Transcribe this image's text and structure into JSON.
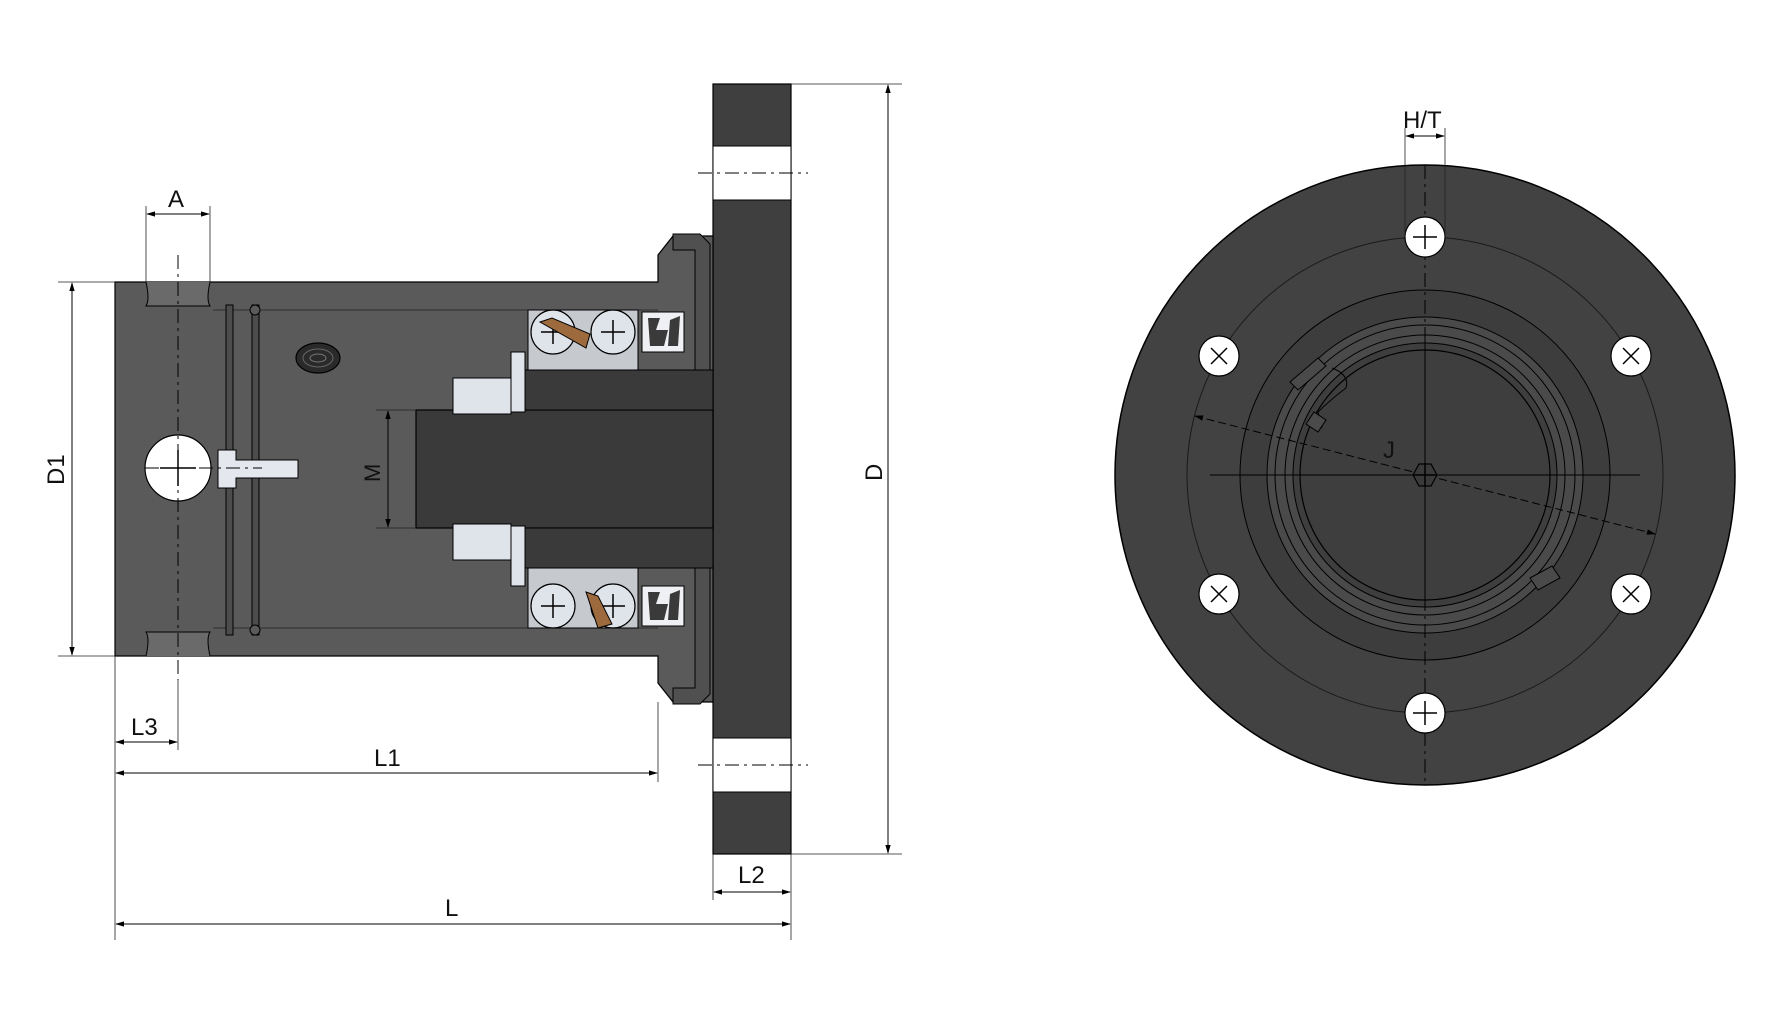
{
  "labels": {
    "A": "A",
    "D1": "D1",
    "M": "M",
    "D": "D",
    "L3": "L3",
    "L1": "L1",
    "L2": "L2",
    "L": "L",
    "HT": "H/T",
    "J": "J"
  },
  "colors": {
    "housing": "#5a5a5a",
    "flange": "#3f3f3f",
    "shaft": "#3a3a3a",
    "bearing": "#dfe3ea",
    "seal": "#9c6a3c",
    "face_outer": "#424242",
    "face_inner": "#383838"
  },
  "icons": {
    "bolt_hole": "bolt-hole-crosshair-icon",
    "bearing_ball": "bearing-ball-icon",
    "grease_fitting": "grease-nipple-icon",
    "hex_nut": "hex-nut-icon"
  }
}
